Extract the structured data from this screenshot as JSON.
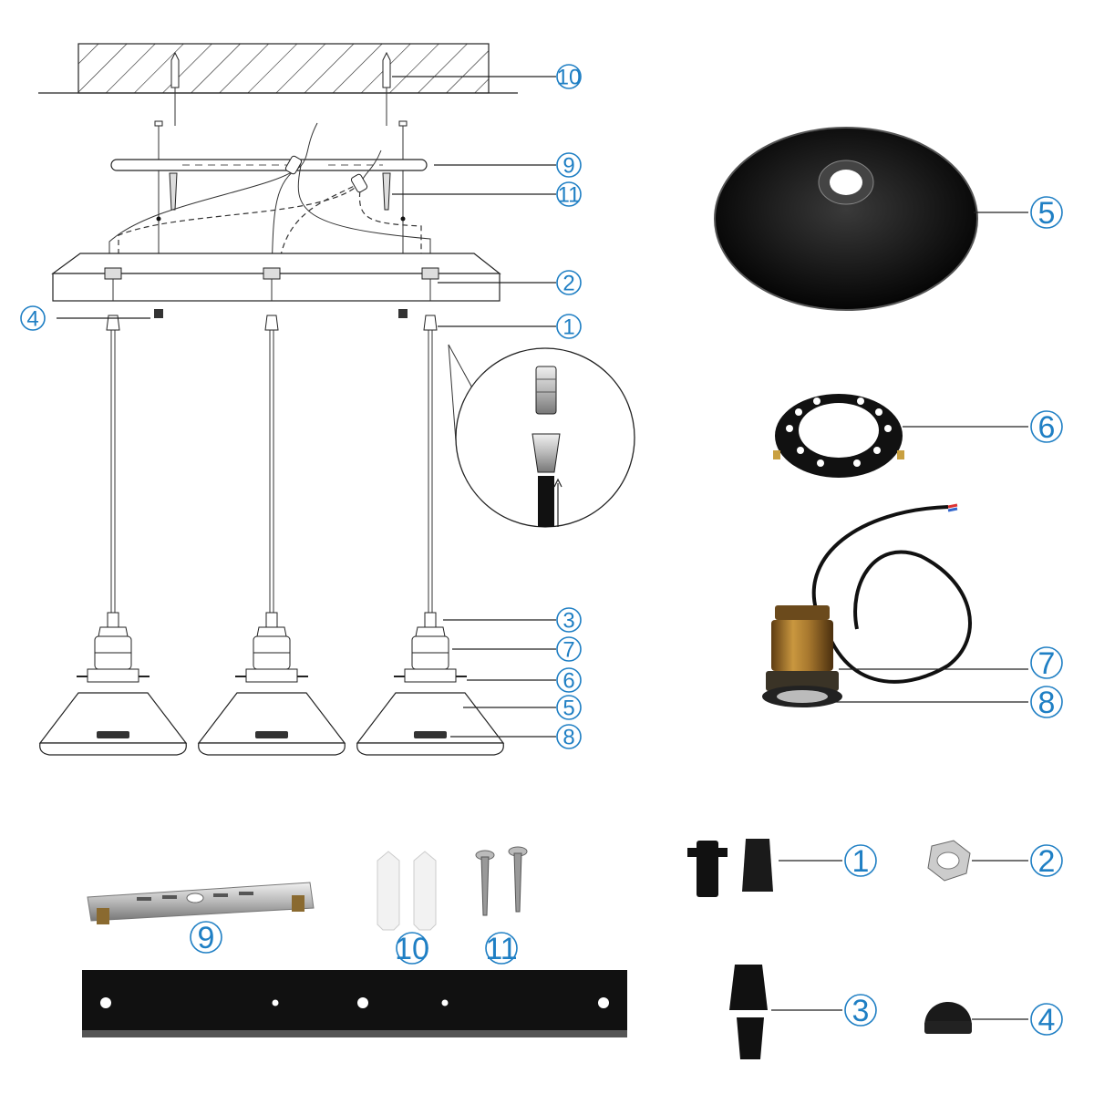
{
  "labels": {
    "l10": "10",
    "l9": "9",
    "l11": "11",
    "l2": "2",
    "l4": "4",
    "l1": "1",
    "l3": "3",
    "l7": "7",
    "l6": "6",
    "l5": "5",
    "l8": "8",
    "r5": "5",
    "r6": "6",
    "r7": "7",
    "r8": "8",
    "b9": "9",
    "b10": "10",
    "b11": "11",
    "b1": "1",
    "b2": "2",
    "b3": "3",
    "b4": "4"
  },
  "colors": {
    "label": "#1f7fc4",
    "brass": "#a8782e",
    "black_part": "#111111"
  }
}
